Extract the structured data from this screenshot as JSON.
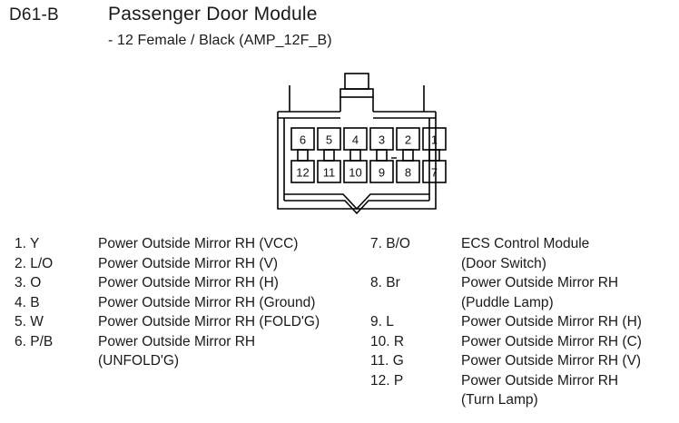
{
  "header": {
    "code": "D61-B",
    "title": "Passenger Door Module",
    "subtitle": "- 12 Female / Black (AMP_12F_B)"
  },
  "connector": {
    "type": "automotive-connector-12pin-female",
    "top_row_labels": [
      "6",
      "5",
      "4",
      "3",
      "2",
      "1"
    ],
    "bottom_row_labels": [
      "12",
      "11",
      "10",
      "9",
      "8",
      "7"
    ],
    "pin_count": 12,
    "outline_color": "#000000",
    "fill_color": "#ffffff"
  },
  "pins": {
    "left_column": [
      {
        "id": "1. Y",
        "desc": "Power Outside Mirror RH (VCC)"
      },
      {
        "id": "2. L/O",
        "desc": "Power Outside Mirror RH (V)"
      },
      {
        "id": "3. O",
        "desc": "Power Outside Mirror RH (H)"
      },
      {
        "id": "4. B",
        "desc": "Power Outside Mirror RH (Ground)"
      },
      {
        "id": "5. W",
        "desc": "Power Outside Mirror RH (FOLD'G)"
      },
      {
        "id": "6. P/B",
        "desc": "Power Outside Mirror RH\n(UNFOLD'G)"
      }
    ],
    "right_column": [
      {
        "id": "7. B/O",
        "desc": "ECS Control Module\n(Door Switch)"
      },
      {
        "id": "8. Br",
        "desc": "Power Outside Mirror RH\n(Puddle Lamp)"
      },
      {
        "id": "9. L",
        "desc": "Power Outside Mirror RH (H)"
      },
      {
        "id": "10. R",
        "desc": "Power Outside Mirror RH (C)"
      },
      {
        "id": "11. G",
        "desc": "Power Outside Mirror RH (V)"
      },
      {
        "id": "12. P",
        "desc": "Power Outside Mirror RH\n(Turn Lamp)"
      }
    ]
  }
}
